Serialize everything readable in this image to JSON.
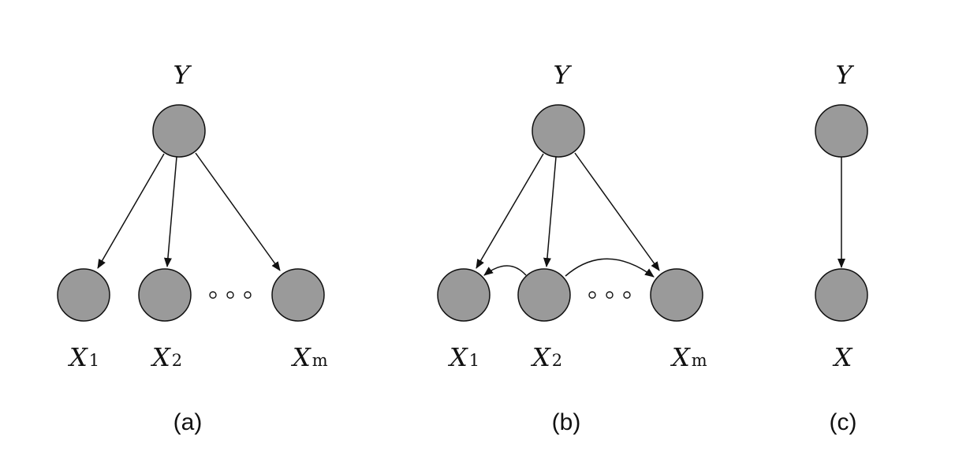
{
  "panels": [
    {
      "caption": "(a)",
      "parent_label": "Y",
      "children": [
        {
          "label": "X",
          "sub": "1"
        },
        {
          "label": "X",
          "sub": "2"
        },
        {
          "label": "X",
          "sub": "m"
        }
      ],
      "edges": [
        "Y→X1",
        "Y→X2",
        "Y→Xm"
      ]
    },
    {
      "caption": "(b)",
      "parent_label": "Y",
      "children": [
        {
          "label": "X",
          "sub": "1"
        },
        {
          "label": "X",
          "sub": "2"
        },
        {
          "label": "X",
          "sub": "m"
        }
      ],
      "edges": [
        "Y→X1",
        "Y→X2",
        "Y→Xm",
        "X2→X1",
        "X2→Xm"
      ]
    },
    {
      "caption": "(c)",
      "parent_label": "Y",
      "child_label": "X",
      "edges": [
        "Y→X"
      ]
    }
  ],
  "colors": {
    "node_fill": "#9a9a9a",
    "stroke": "#111111"
  }
}
